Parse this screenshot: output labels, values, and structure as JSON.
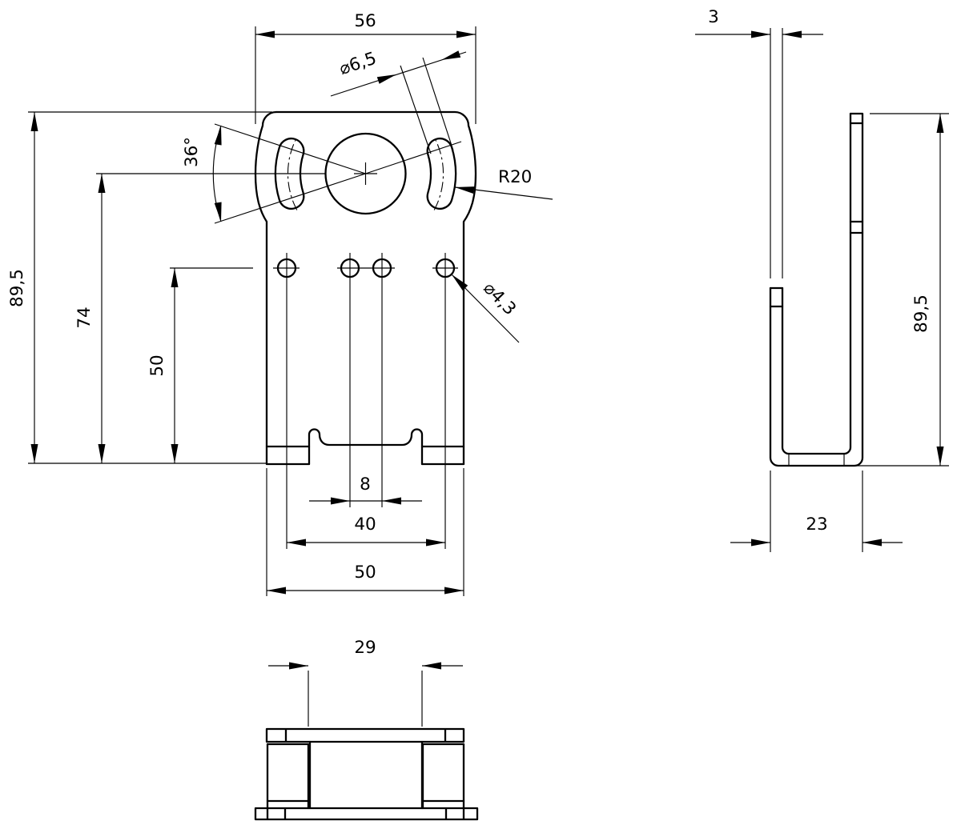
{
  "colors": {
    "line": "#000000",
    "background": "#ffffff"
  },
  "front_view": {
    "dim_top_width": "56",
    "dim_slot_dia": "⌀6,5",
    "dim_slot_angle": "36°",
    "dim_slot_radius": "R20",
    "dim_total_height": "89,5",
    "dim_center_height": "74",
    "dim_hole_row_height": "50",
    "dim_hole_dia": "⌀4,3",
    "dim_inner_hole_spacing": "8",
    "dim_outer_hole_spacing": "40",
    "dim_body_width": "50"
  },
  "side_view": {
    "dim_thickness": "3",
    "dim_height": "89,5",
    "dim_base_depth": "23"
  },
  "bottom_view": {
    "dim_inner_width": "29"
  }
}
